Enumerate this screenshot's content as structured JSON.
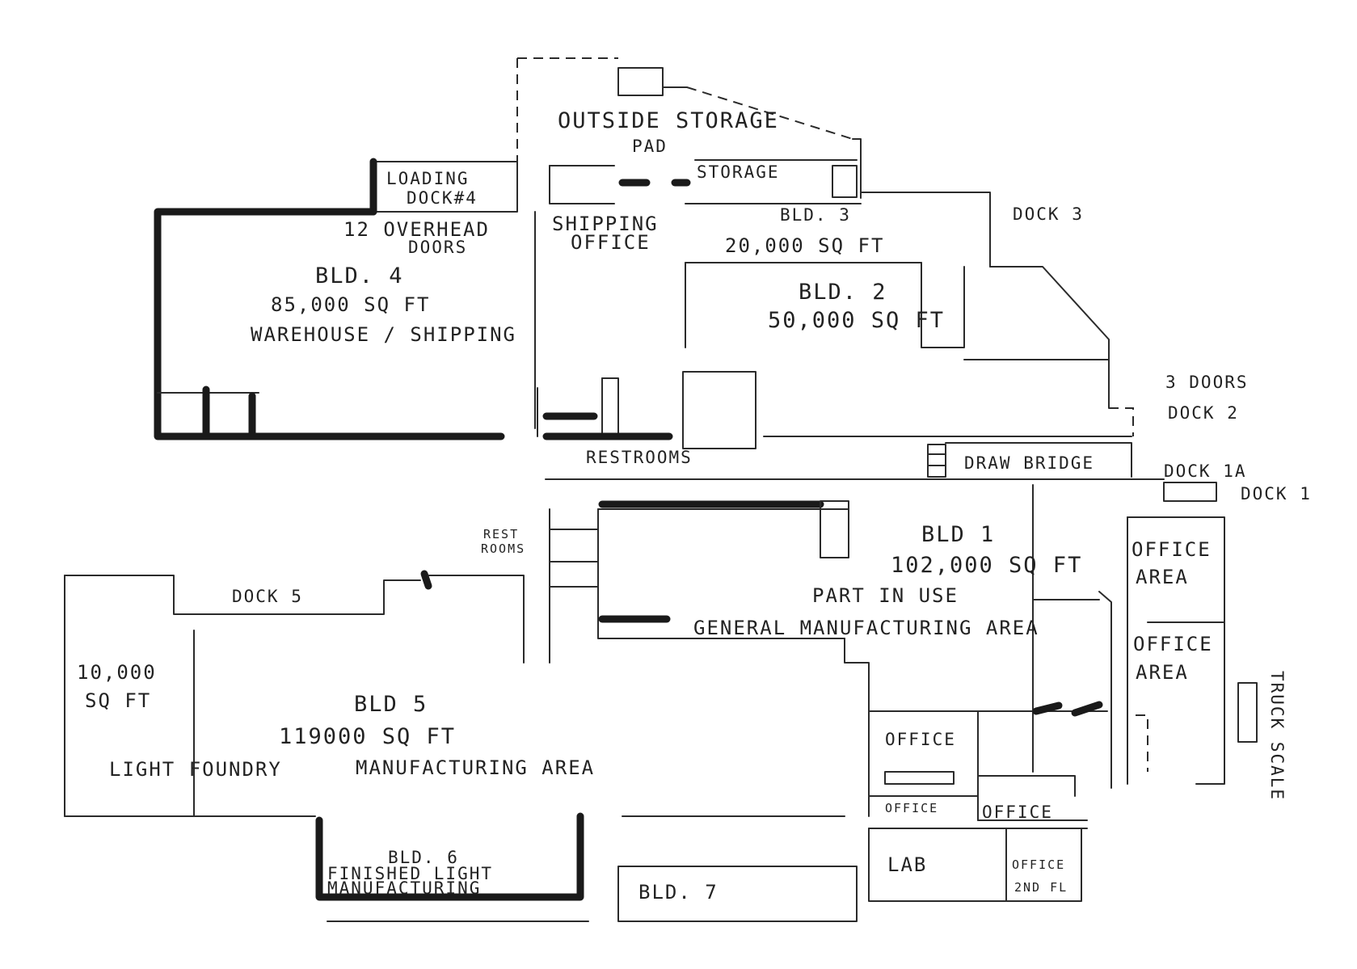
{
  "labels": {
    "outside_storage": "OUTSIDE STORAGE",
    "pad": "PAD",
    "storage": "STORAGE",
    "loading_dock_4_line1": "LOADING",
    "loading_dock_4_line2": "DOCK#4",
    "overhead_doors_line1": "12 OVERHEAD",
    "overhead_doors_line2": "DOORS",
    "shipping_office_line1": "SHIPPING",
    "shipping_office_line2": "OFFICE",
    "bld3_name": "BLD. 3",
    "bld3_area": "20,000 SQ FT",
    "dock3": "DOCK 3",
    "bld4_name": "BLD. 4",
    "bld4_area": "85,000 SQ FT",
    "bld4_use": "WAREHOUSE / SHIPPING",
    "bld2_name": "BLD. 2",
    "bld2_area": "50,000 SQ FT",
    "dock2_doors": "3 DOORS",
    "dock2": "DOCK 2",
    "restrooms": "RESTROOMS",
    "draw_bridge": "DRAW BRIDGE",
    "dock1a": "DOCK 1A",
    "dock1": "DOCK 1",
    "bld1_name": "BLD 1",
    "bld1_area": "102,000 SQ FT",
    "bld1_status": "PART IN USE",
    "general_mfg": "GENERAL MANUFACTURING AREA",
    "rest_rooms_line1": "REST",
    "rest_rooms_line2": "ROOMS",
    "office_area_1_line1": "OFFICE",
    "office_area_1_line2": "AREA",
    "office_area_2_line1": "OFFICE",
    "office_area_2_line2": "AREA",
    "dock5": "DOCK 5",
    "bld5_side_area_line1": "10,000",
    "bld5_side_area_line2": "SQ FT",
    "bld5_name": "BLD 5",
    "bld5_area": "119000 SQ FT",
    "light_foundry": "LIGHT FOUNDRY",
    "mfg_area": "MANUFACTURING AREA",
    "truck_scale": "TRUCK SCALE",
    "office_a": "OFFICE",
    "office_b": "OFFICE",
    "office_c": "OFFICE",
    "bld6_name": "BLD. 6",
    "bld6_use_line1": "FINISHED LIGHT",
    "bld6_use_line2": "MANUFACTURING",
    "bld7_name": "BLD. 7",
    "lab": "LAB",
    "office_2nd_line1": "OFFICE",
    "office_2nd_line2": "2ND FL"
  }
}
